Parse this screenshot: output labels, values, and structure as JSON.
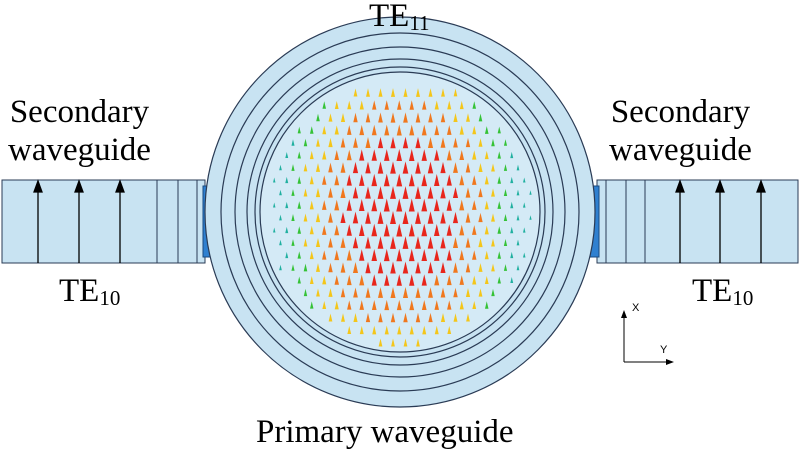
{
  "labels": {
    "top_mode_base": "TE",
    "top_mode_sub": "11",
    "left_title_line1": "Secondary",
    "left_title_line2": "waveguide",
    "right_title_line1": "Secondary",
    "right_title_line2": "waveguide",
    "left_mode_base": "TE",
    "left_mode_sub": "10",
    "right_mode_base": "TE",
    "right_mode_sub": "10",
    "bottom_title": "Primary waveguide",
    "axis_x": "X",
    "axis_y": "Y"
  },
  "colors": {
    "waveguide_fill": "#c8e3f2",
    "waveguide_stroke": "#2a3b55",
    "coupler_fill": "#2f80d0",
    "field_hot": "#e8261c",
    "field_warm": "#f0781e",
    "field_mid": "#f4c61a",
    "field_cool": "#35c236",
    "field_cold": "#20b0a0"
  },
  "field_pattern": {
    "mode": "TE11",
    "polarization": "X"
  }
}
